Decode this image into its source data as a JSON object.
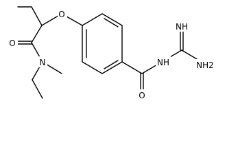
{
  "molecule": {
    "atoms": {
      "ring_oxygen": "O",
      "ring_nitrogen": "N",
      "lactam_oxygen": "O",
      "amide_oxygen": "O",
      "amide_nitrogen": "NH",
      "imine_nitrogen": "NH",
      "amine_nitrogen": "NH2"
    }
  }
}
